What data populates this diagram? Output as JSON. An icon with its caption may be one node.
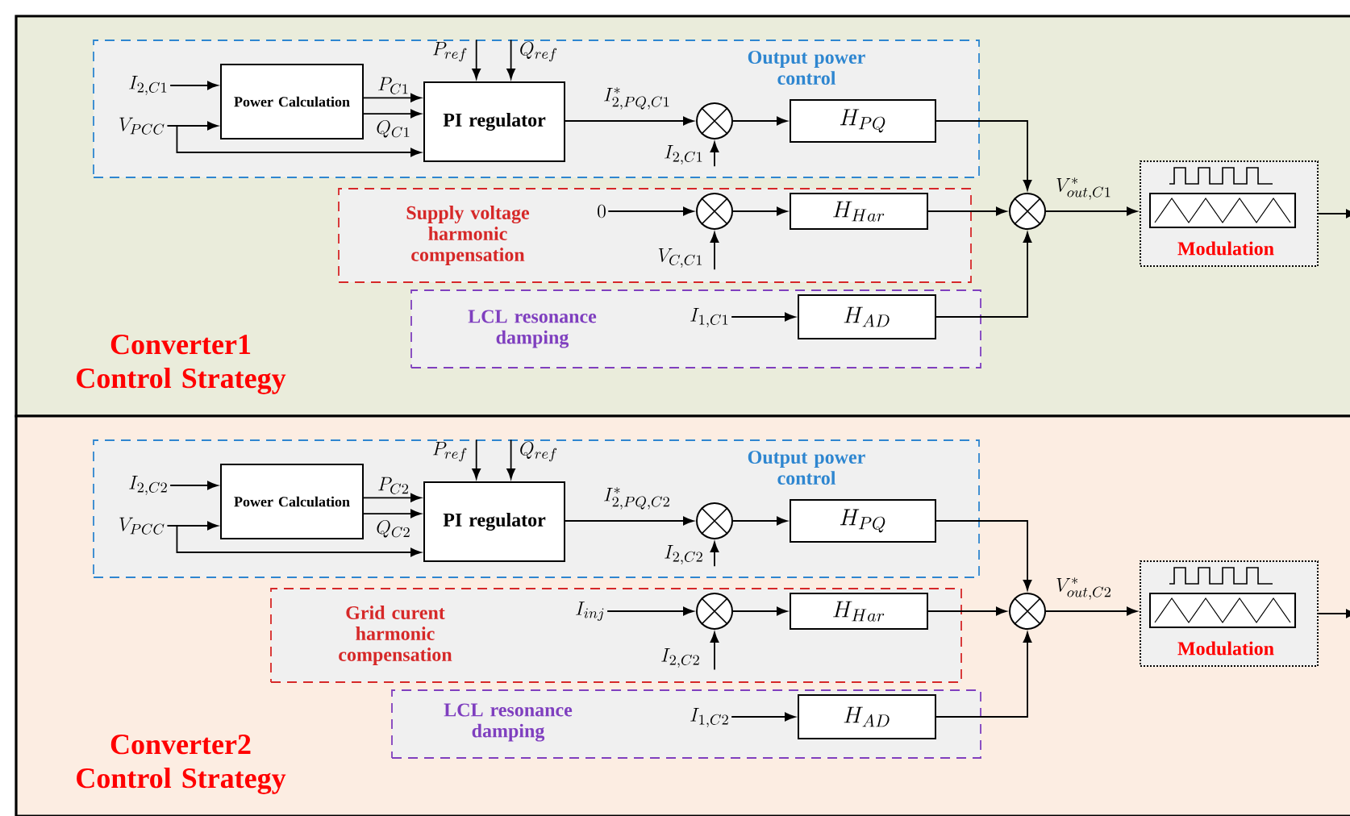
{
  "diagram": {
    "nodes": [
      {
        "text": [
          "Converter1 Control Strategy"
        ]
      },
      {
        "text": [
          "Output power control"
        ],
        "in": 0
      },
      {
        "text": [
          "I_{2,C1}"
        ],
        "in": 1
      },
      {
        "text": [
          "V_{PCC}"
        ],
        "in": 1
      },
      {
        "text": [
          "Power Calculation"
        ],
        "in": 1
      },
      {
        "text": [
          "P_{ref}"
        ],
        "in": 1
      },
      {
        "text": [
          "Q_{ref}"
        ],
        "in": 1
      },
      {
        "text": [
          "PI regulator"
        ],
        "in": 1
      },
      {
        "text": [],
        "shape": "circle",
        "in": 1
      },
      {
        "text": [
          "I_{2,C1}"
        ],
        "in": 1
      },
      {
        "text": [
          "H_{PQ}"
        ],
        "in": 1
      },
      {
        "text": [
          "Supply voltage harmonic compensation"
        ],
        "in": 0
      },
      {
        "text": [
          "0"
        ],
        "in": 11
      },
      {
        "text": [],
        "shape": "circle",
        "in": 11
      },
      {
        "text": [
          "V_{C,C1}"
        ],
        "in": 11
      },
      {
        "text": [
          "H_{Har}"
        ],
        "in": 11
      },
      {
        "text": [
          "LCL resonance damping"
        ],
        "in": 0
      },
      {
        "text": [
          "I_{1,C1}"
        ],
        "in": 16
      },
      {
        "text": [
          "H_{AD}"
        ],
        "in": 16
      },
      {
        "text": [],
        "shape": "circle",
        "in": 0
      },
      {
        "text": [
          "Modulation"
        ],
        "in": 0
      },
      {
        "text": [
          "Converter2 Control Strategy"
        ]
      },
      {
        "text": [
          "Output power control"
        ],
        "in": 21
      },
      {
        "text": [
          "I_{2,C2}"
        ],
        "in": 22
      },
      {
        "text": [
          "V_{PCC}"
        ],
        "in": 22
      },
      {
        "text": [
          "Power Calculation"
        ],
        "in": 22
      },
      {
        "text": [
          "P_{ref}"
        ],
        "in": 22
      },
      {
        "text": [
          "Q_{ref}"
        ],
        "in": 22
      },
      {
        "text": [
          "PI regulator"
        ],
        "in": 22
      },
      {
        "text": [],
        "shape": "circle",
        "in": 22
      },
      {
        "text": [
          "I_{2,C2}"
        ],
        "in": 22
      },
      {
        "text": [
          "H_{PQ}"
        ],
        "in": 22
      },
      {
        "text": [
          "Grid curent harmonic compensation"
        ],
        "in": 21
      },
      {
        "text": [
          "I_{inj}"
        ],
        "in": 32
      },
      {
        "text": [],
        "shape": "circle",
        "in": 32
      },
      {
        "text": [
          "I_{2,C2}"
        ],
        "in": 32
      },
      {
        "text": [
          "H_{Har}"
        ],
        "in": 32
      },
      {
        "text": [
          "LCL resonance damping"
        ],
        "in": 21
      },
      {
        "text": [
          "I_{1,C2}"
        ],
        "in": 37
      },
      {
        "text": [
          "H_{AD}"
        ],
        "in": 37
      },
      {
        "text": [],
        "shape": "circle",
        "in": 21
      },
      {
        "text": [
          "Modulation"
        ],
        "in": 21
      }
    ],
    "edges": [
      {
        "from": 2,
        "to": 4,
        "arrow": "to"
      },
      {
        "from": 3,
        "to": 4,
        "arrow": "to"
      },
      {
        "from": 3,
        "to": 7,
        "arrow": "to"
      },
      {
        "from": 4,
        "to": 7,
        "arrow": "to",
        "label": "P_{C1}"
      },
      {
        "from": 4,
        "to": 7,
        "arrow": "to",
        "label": "Q_{C1}"
      },
      {
        "from": 5,
        "to": 7,
        "arrow": "to"
      },
      {
        "from": 6,
        "to": 7,
        "arrow": "to"
      },
      {
        "from": 7,
        "to": 8,
        "arrow": "to",
        "label": "I^{*}_{2,PQ,C1}"
      },
      {
        "from": 9,
        "to": 8,
        "arrow": "to"
      },
      {
        "from": 8,
        "to": 10,
        "arrow": "to"
      },
      {
        "from": 12,
        "to": 13,
        "arrow": "to"
      },
      {
        "from": 14,
        "to": 13,
        "arrow": "to"
      },
      {
        "from": 13,
        "to": 15,
        "arrow": "to"
      },
      {
        "from": 10,
        "to": 19,
        "arrow": "to"
      },
      {
        "from": 15,
        "to": 19,
        "arrow": "to"
      },
      {
        "from": 17,
        "to": 18,
        "arrow": "to"
      },
      {
        "from": 18,
        "to": 19,
        "arrow": "to"
      },
      {
        "from": 19,
        "to": 20,
        "arrow": "to",
        "label": "V^{*}_{out,C1}"
      },
      {
        "from": 20,
        "to": null,
        "arrow": "to"
      },
      {
        "from": 23,
        "to": 25,
        "arrow": "to"
      },
      {
        "from": 24,
        "to": 25,
        "arrow": "to"
      },
      {
        "from": 24,
        "to": 28,
        "arrow": "to"
      },
      {
        "from": 25,
        "to": 28,
        "arrow": "to",
        "label": "P_{C2}"
      },
      {
        "from": 25,
        "to": 28,
        "arrow": "to",
        "label": "Q_{C2}"
      },
      {
        "from": 26,
        "to": 28,
        "arrow": "to"
      },
      {
        "from": 27,
        "to": 28,
        "arrow": "to"
      },
      {
        "from": 28,
        "to": 29,
        "arrow": "to",
        "label": "I^{*}_{2,PQ,C2}"
      },
      {
        "from": 30,
        "to": 29,
        "arrow": "to"
      },
      {
        "from": 29,
        "to": 31,
        "arrow": "to"
      },
      {
        "from": 33,
        "to": 34,
        "arrow": "to"
      },
      {
        "from": 35,
        "to": 34,
        "arrow": "to"
      },
      {
        "from": 34,
        "to": 36,
        "arrow": "to"
      },
      {
        "from": 31,
        "to": 40,
        "arrow": "to"
      },
      {
        "from": 36,
        "to": 40,
        "arrow": "to"
      },
      {
        "from": 38,
        "to": 39,
        "arrow": "to"
      },
      {
        "from": 39,
        "to": 40,
        "arrow": "to"
      },
      {
        "from": 40,
        "to": 41,
        "arrow": "to",
        "label": "V^{*}_{out,C2}"
      },
      {
        "from": 41,
        "to": null,
        "arrow": "to"
      }
    ]
  }
}
